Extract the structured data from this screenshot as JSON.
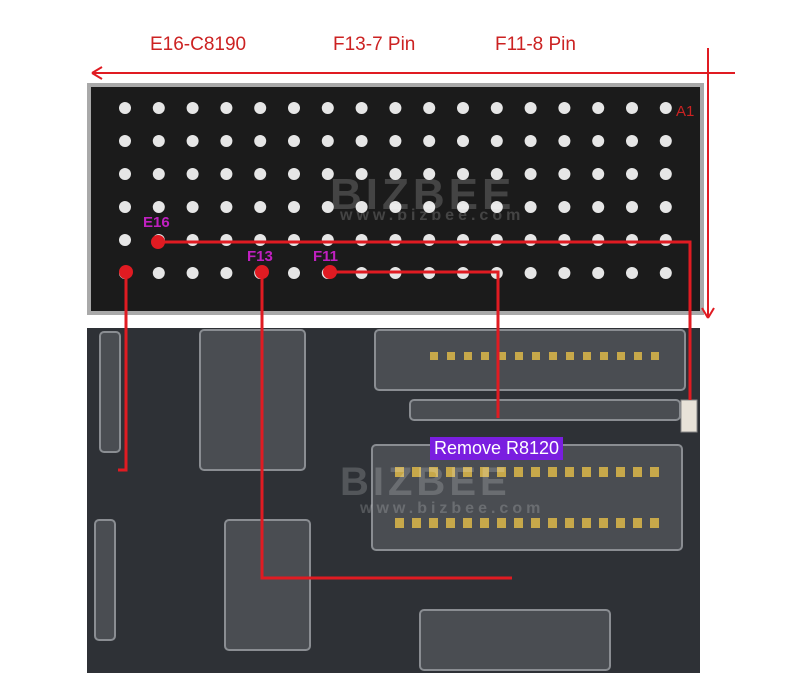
{
  "labels": {
    "left": "E16-C8190",
    "middle": "F13-7 Pin",
    "right": "F11-8 Pin",
    "a1": "A1",
    "e16": "E16",
    "f13": "F13",
    "f11": "F11",
    "remove": "Remove R8120",
    "watermark_logo": "BIZBEE",
    "watermark_url": "www.bizbee.com",
    "watermark_logo_board": "BIZBEE",
    "watermark_url_board": "www.bizbee.com"
  },
  "colors": {
    "trace": "#e01b22",
    "pin_label": "#c020c0",
    "highlight": "#7a1ee0"
  }
}
